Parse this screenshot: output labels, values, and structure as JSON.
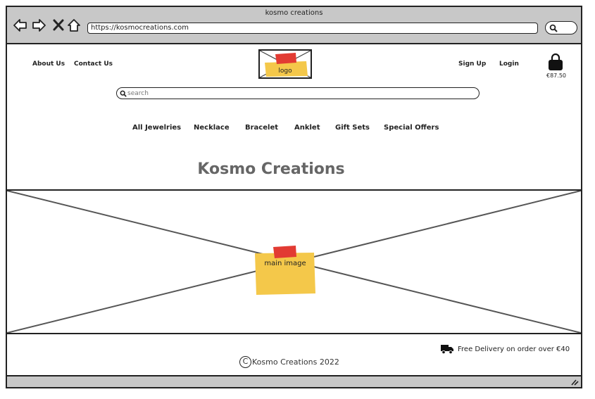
{
  "browser": {
    "title": "kosmo creations",
    "url": "https://kosmocreations.com"
  },
  "header": {
    "about_label": "About Us",
    "contact_label": "Contact Us",
    "logo_label": "logo",
    "signup_label": "Sign Up",
    "login_label": "Login",
    "cart_total": "€87.50",
    "search_placeholder": "search"
  },
  "categories": [
    {
      "label": "All Jewelries"
    },
    {
      "label": "Necklace"
    },
    {
      "label": "Bracelet"
    },
    {
      "label": "Anklet"
    },
    {
      "label": "Gift Sets"
    },
    {
      "label": "Special Offers"
    }
  ],
  "site_title": "Kosmo Creations",
  "hero": {
    "image_label": "main image"
  },
  "footer": {
    "delivery_text": "Free Delivery on order over €40",
    "copyright_text": "Kosmo Creations 2022",
    "copyright_symbol": "C"
  },
  "icons": {
    "back": "back-arrow-icon",
    "forward": "forward-arrow-icon",
    "close": "close-icon",
    "home": "home-icon",
    "search": "search-icon",
    "cart": "shopping-bag-icon",
    "truck": "truck-icon",
    "resize": "resize-grip-icon"
  },
  "colors": {
    "chrome": "#c8c8c8",
    "sticky_yellow": "#f4c84a",
    "tape_red": "#e23b33",
    "title_gray": "#666666"
  }
}
